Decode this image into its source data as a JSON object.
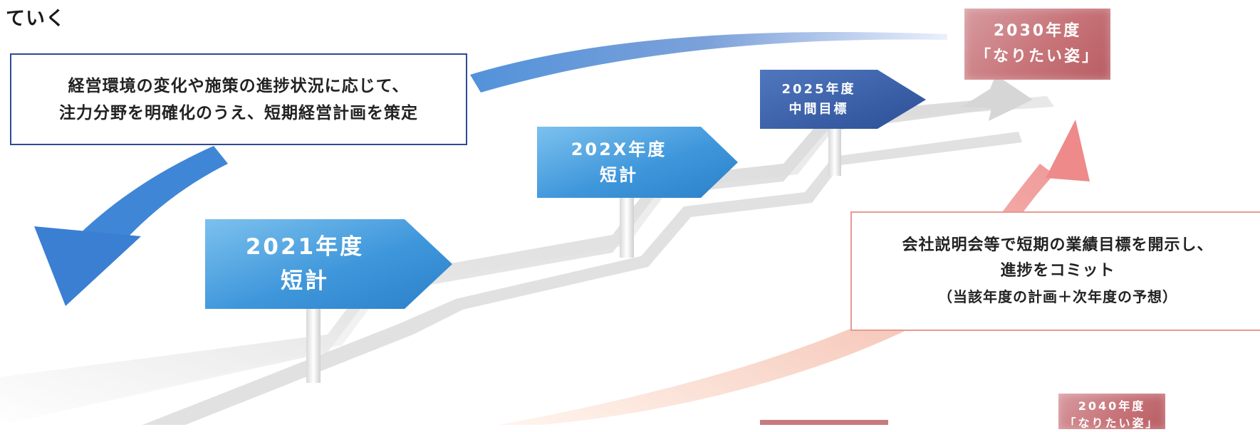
{
  "top_text": "ていく",
  "callout_left": {
    "line1": "経営環境の変化や施策の進捗状況に応じて、",
    "line2": "注力分野を明確化のうえ、短期経営計画を策定"
  },
  "signs": {
    "s2021": {
      "line1": "2021年度",
      "line2": "短計"
    },
    "s202x": {
      "line1": "202X年度",
      "line2": "短計"
    },
    "s2025": {
      "line1": "2025年度",
      "line2": "中間目標"
    }
  },
  "goal_2030": {
    "line1": "2030年度",
    "line2": "「なりたい姿」"
  },
  "goal_2040": {
    "line1": "2040年度",
    "line2": "「なりたい姿」"
  },
  "callout_right": {
    "line1": "会社説明会等で短期の業績目標を開示し、",
    "line2": "進捗をコミット",
    "line3": "（当該年度の計画＋次年度の予想）"
  },
  "colors": {
    "blue_arrow": "#3f86d6",
    "navy_border": "#2f4a92",
    "pink_goal": "#c77479",
    "pink_border": "#e69a90",
    "road_gray": "#cfcfcf"
  }
}
